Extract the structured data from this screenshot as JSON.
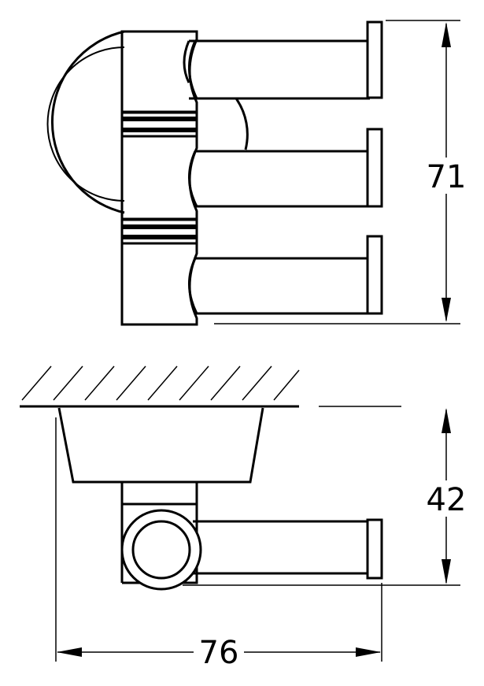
{
  "dimensions": {
    "height_top": "71",
    "depth_side": "42",
    "width": "76"
  },
  "colors": {
    "line": "#000000",
    "background": "#ffffff"
  }
}
